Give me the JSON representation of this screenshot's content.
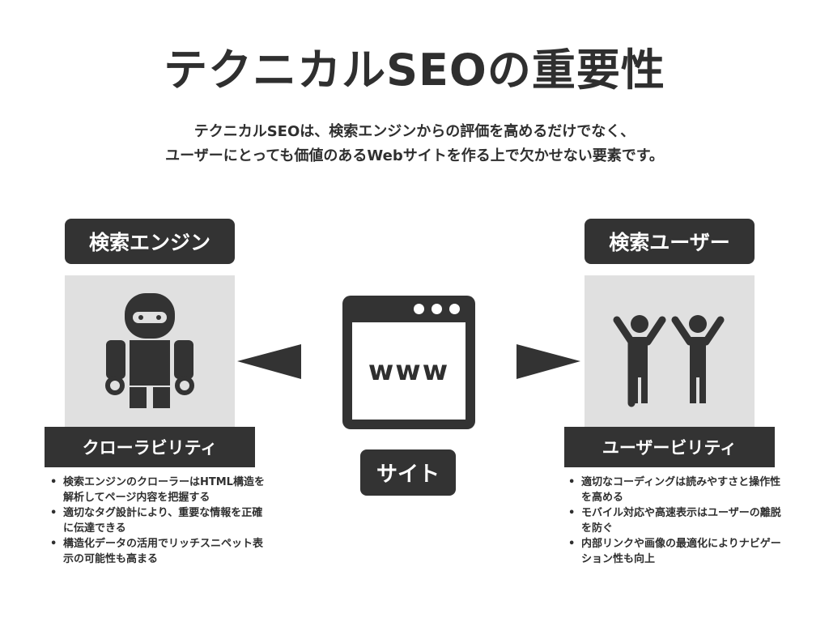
{
  "title": "テクニカルSEOの重要性",
  "subtitle": [
    "テクニカルSEOは、検索エンジンからの評価を高めるだけでなく、",
    "ユーザーにとっても価値のあるWebサイトを作る上で欠かせない要素です。"
  ],
  "left": {
    "label": "検索エンジン",
    "bar": "クローラビリティ",
    "bullets": [
      "検索エンジンのクローラーはHTML構造を解析してページ内容を把握する",
      "適切なタグ設計により、重要な情報を正確に伝達できる",
      "構造化データの活用でリッチスニペット表示の可能性も高まる"
    ]
  },
  "center": {
    "browser_text": "www",
    "label": "サイト"
  },
  "right": {
    "label": "検索ユーザー",
    "bar": "ユーザービリティ",
    "bullets": [
      "適切なコーディングは読みやすさと操作性を高める",
      "モバイル対応や高速表示はユーザーの離脱を防ぐ",
      "内部リンクや画像の最適化によりナビゲーション性も向上"
    ]
  }
}
